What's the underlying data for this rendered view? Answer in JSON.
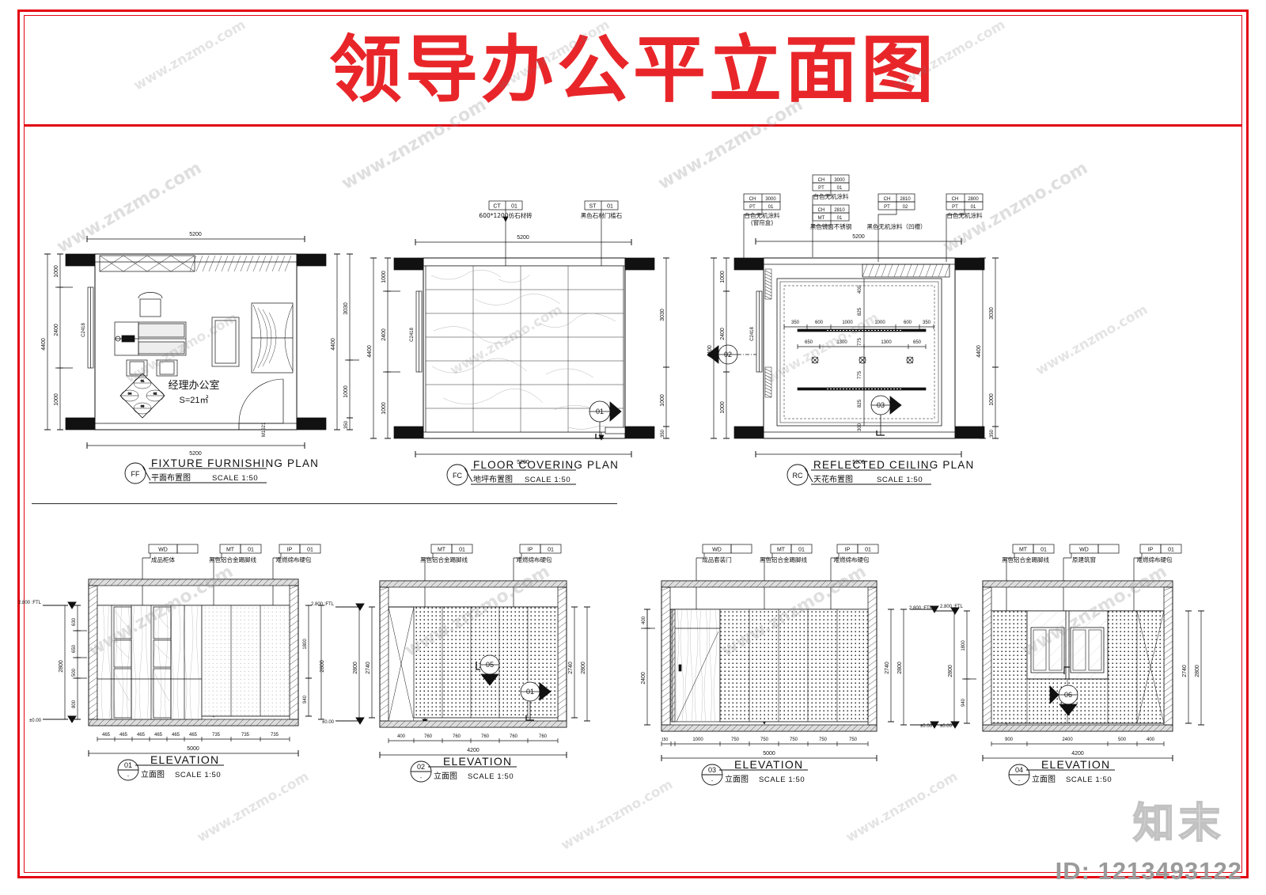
{
  "sheet": {
    "title": "领导办公平立面图",
    "title_color": "#e8262a",
    "border_color": "#e30613",
    "watermark": "www.znzmo.com",
    "logo": "知末",
    "id_label": "ID: 1213493122"
  },
  "plans": [
    {
      "key": "FF",
      "bubble": "FF",
      "title_en": "FIXTURE FURNISHING PLAN",
      "title_cn": "平面布置图",
      "scale": "SCALE 1:50",
      "room_name": "经理办公室",
      "room_area": "S=21㎡",
      "door_tag": "M1021",
      "window_tag": "C2418",
      "dims_top": [
        "5200"
      ],
      "dims_bottom": [
        "5200"
      ],
      "dims_left": [
        "4400",
        "2400",
        "1000",
        "1000"
      ],
      "dims_right": [
        "3030",
        "4400",
        "1000",
        "350"
      ],
      "furniture_nodes": [
        "01",
        "02",
        "03",
        "04"
      ]
    },
    {
      "key": "FC",
      "bubble": "FC",
      "title_en": "FLOOR COVERING PLAN",
      "title_cn": "地坪布置图",
      "scale": "SCALE 1:50",
      "window_tag": "C2418",
      "dims_top": [
        "5200"
      ],
      "dims_bottom": [
        "5200"
      ],
      "dims_left": [
        "4400",
        "2400",
        "1000",
        "1000"
      ],
      "dims_right": [
        "3030",
        "1000",
        "350"
      ],
      "materials": [
        {
          "code": "CT",
          "num": "01",
          "desc": "600*1200仿石材砖"
        },
        {
          "code": "ST",
          "num": "01",
          "desc": "黑色石材门槛石"
        }
      ],
      "section_mark": "01"
    },
    {
      "key": "RC",
      "bubble": "RC",
      "title_en": "REFLECTED CEILING PLAN",
      "title_cn": "天花布置图",
      "scale": "SCALE 1:50",
      "window_tag": "C2418",
      "dims_top": [
        "5200"
      ],
      "dims_bottom": [
        "5200"
      ],
      "dims_left": [
        "4400",
        "2400",
        "1000",
        "1000"
      ],
      "dims_right": [
        "3030",
        "4400",
        "1000",
        "350"
      ],
      "dims_fixture_row": [
        "350",
        "600",
        "1000",
        "1000",
        "600",
        "350"
      ],
      "dims_light_row": [
        "650",
        "1300",
        "1300",
        "650"
      ],
      "dims_vert": [
        "400",
        "825",
        "775",
        "775",
        "825",
        "300"
      ],
      "ceiling_tags": [
        {
          "ch": "CH",
          "ch_val": "3000",
          "mat": "PT",
          "mat_val": "01",
          "desc": "白色无机涂料",
          "desc2": "(窗帘盒)"
        },
        {
          "ch": "CH",
          "ch_val": "3000",
          "mat": "PT",
          "mat_val": "01",
          "desc": "白色无机涂料",
          "desc2": ""
        },
        {
          "ch": "CH",
          "ch_val": "2810",
          "mat": "MT",
          "mat_val": "01",
          "desc": "黑色镜面不锈钢",
          "desc2": ""
        },
        {
          "ch": "CH",
          "ch_val": "2810",
          "mat": "PT",
          "mat_val": "02",
          "desc": "黑色无机涂料（凹槽）",
          "desc2": ""
        },
        {
          "ch": "CH",
          "ch_val": "2800",
          "mat": "PT",
          "mat_val": "01",
          "desc": "白色无机涂料",
          "desc2": ""
        }
      ],
      "section_marks": [
        "02",
        "03"
      ]
    }
  ],
  "elevations": [
    {
      "key": "01",
      "bubble": "01",
      "title_en": "ELEVATION",
      "title_cn": "立面图",
      "scale": "SCALE 1:50",
      "level_top": "2.800 :FTL",
      "level_bottom": "±0.00",
      "tags": [
        {
          "code": "WD",
          "num": "",
          "desc": "成品柜体"
        },
        {
          "code": "MT",
          "num": "01",
          "desc": "黑色铝合金踢脚线"
        },
        {
          "code": "IP",
          "num": "01",
          "desc": "难燃绵布硬包"
        }
      ],
      "dims_left": [
        "2800",
        "630",
        "650",
        "500",
        "800"
      ],
      "dims_right": [
        "2800",
        "1800",
        "940"
      ],
      "dims_bottom": [
        "465",
        "465",
        "465",
        "465",
        "465",
        "465",
        "735",
        "735",
        "735"
      ],
      "dims_total": "5000",
      "section_marks": []
    },
    {
      "key": "02",
      "bubble": "02",
      "title_en": "ELEVATION",
      "title_cn": "立面图",
      "scale": "SCALE 1:50",
      "level_top": "2.800 :FTL",
      "level_bottom": "±0.00",
      "tags": [
        {
          "code": "MT",
          "num": "01",
          "desc": "黑色铝合金踢脚线"
        },
        {
          "code": "IP",
          "num": "01",
          "desc": "难燃绵布硬包"
        }
      ],
      "dims_left": [
        "2800",
        "2740"
      ],
      "dims_right": [
        "2740",
        "2800"
      ],
      "dims_bottom": [
        "400",
        "760",
        "760",
        "760",
        "760",
        "760"
      ],
      "dims_total": "4200",
      "section_marks": [
        "05",
        "01"
      ]
    },
    {
      "key": "03",
      "bubble": "03",
      "title_en": "ELEVATION",
      "title_cn": "立面图",
      "scale": "SCALE 1:50",
      "level_top": "2.800 :FTL",
      "level_bottom": "±0.00",
      "tags": [
        {
          "code": "WD",
          "num": "",
          "desc": "成品套装门"
        },
        {
          "code": "MT",
          "num": "01",
          "desc": "黑色铝合金踢脚线"
        },
        {
          "code": "IP",
          "num": "01",
          "desc": "难燃绵布硬包"
        }
      ],
      "dims_left": [
        "400",
        "2400"
      ],
      "dims_right": [
        "2740",
        "2800"
      ],
      "dims_bottom": [
        "150",
        "1000",
        "750",
        "750",
        "750",
        "750",
        "750"
      ],
      "dims_total": "5000",
      "section_marks": []
    },
    {
      "key": "04",
      "bubble": "04",
      "title_en": "ELEVATION",
      "title_cn": "立面图",
      "scale": "SCALE 1:50",
      "level_top": "2.800 :FTL",
      "level_bottom": "±0.00",
      "tags": [
        {
          "code": "MT",
          "num": "01",
          "desc": "黑色铝合金踢脚线"
        },
        {
          "code": "WD",
          "num": "",
          "desc": "原建筑窗"
        },
        {
          "code": "IP",
          "num": "01",
          "desc": "难燃绵布硬包"
        }
      ],
      "dims_left": [
        "2800",
        "1800",
        "940"
      ],
      "dims_right": [
        "2740",
        "2800"
      ],
      "dims_bottom": [
        "900",
        "2400",
        "500",
        "400"
      ],
      "dims_total": "4200",
      "section_marks": [
        "06"
      ]
    }
  ]
}
